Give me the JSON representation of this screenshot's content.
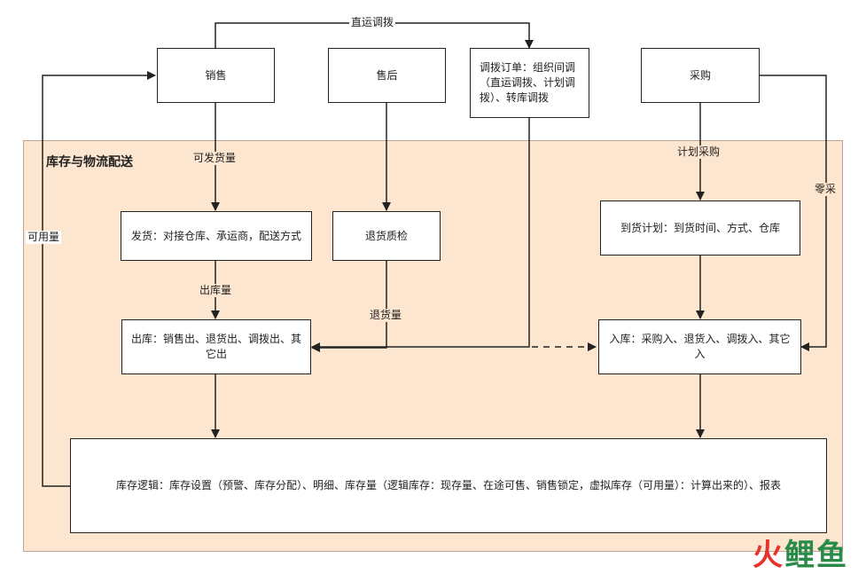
{
  "region": {
    "title": "库存与物流配送"
  },
  "nodes": {
    "sales": "销售",
    "after_sales": "售后",
    "transfer_order": "调拨订单：组织间调（直运调拨、计划调拨）、转库调拨",
    "purchase": "采购",
    "shipping": "发货：对接仓库、承运商，配送方式",
    "return_qc": "退货质检",
    "arrival_plan": "到货计划：到货时间、方式、仓库",
    "outbound": "出库：销售出、退货出、调拨出、其它出",
    "inbound": "入库：采购入、退货入、调拨入、其它入",
    "inventory_logic": "库存逻辑：库存设置（预警、库存分配）、明细、库存量（逻辑库存：现存量、在途可售、销售锁定，虚拟库存（可用量）：计算出来的）、报表"
  },
  "edge_labels": {
    "direct_transfer": "直运调拨",
    "available_to_ship": "可发货量",
    "available_qty": "可用量",
    "outbound_qty": "出库量",
    "return_qty": "退货量",
    "planned_purchase": "计划采购",
    "spot_purchase": "零采"
  },
  "watermark": {
    "part1": "火",
    "part2": "鲤鱼"
  }
}
